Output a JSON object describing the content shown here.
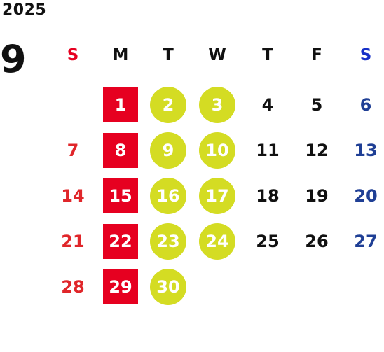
{
  "calendar": {
    "year": "2025",
    "month": "9",
    "weekdays": [
      "S",
      "M",
      "T",
      "W",
      "T",
      "F",
      "S"
    ],
    "first_weekday_index": 1,
    "days_in_month": 30,
    "colors": {
      "sunday_text": "#e0262a",
      "saturday_text": "#1f3f95",
      "monday_closed_bg": "#e60020",
      "tue_wed_highlight_bg": "#d4dc23",
      "normal_text": "#111111"
    },
    "highlighted_monday_days": [
      1,
      8,
      15,
      22,
      29
    ],
    "highlighted_tue_wed_days": [
      2,
      3,
      9,
      10,
      16,
      17,
      23,
      24,
      30
    ]
  }
}
